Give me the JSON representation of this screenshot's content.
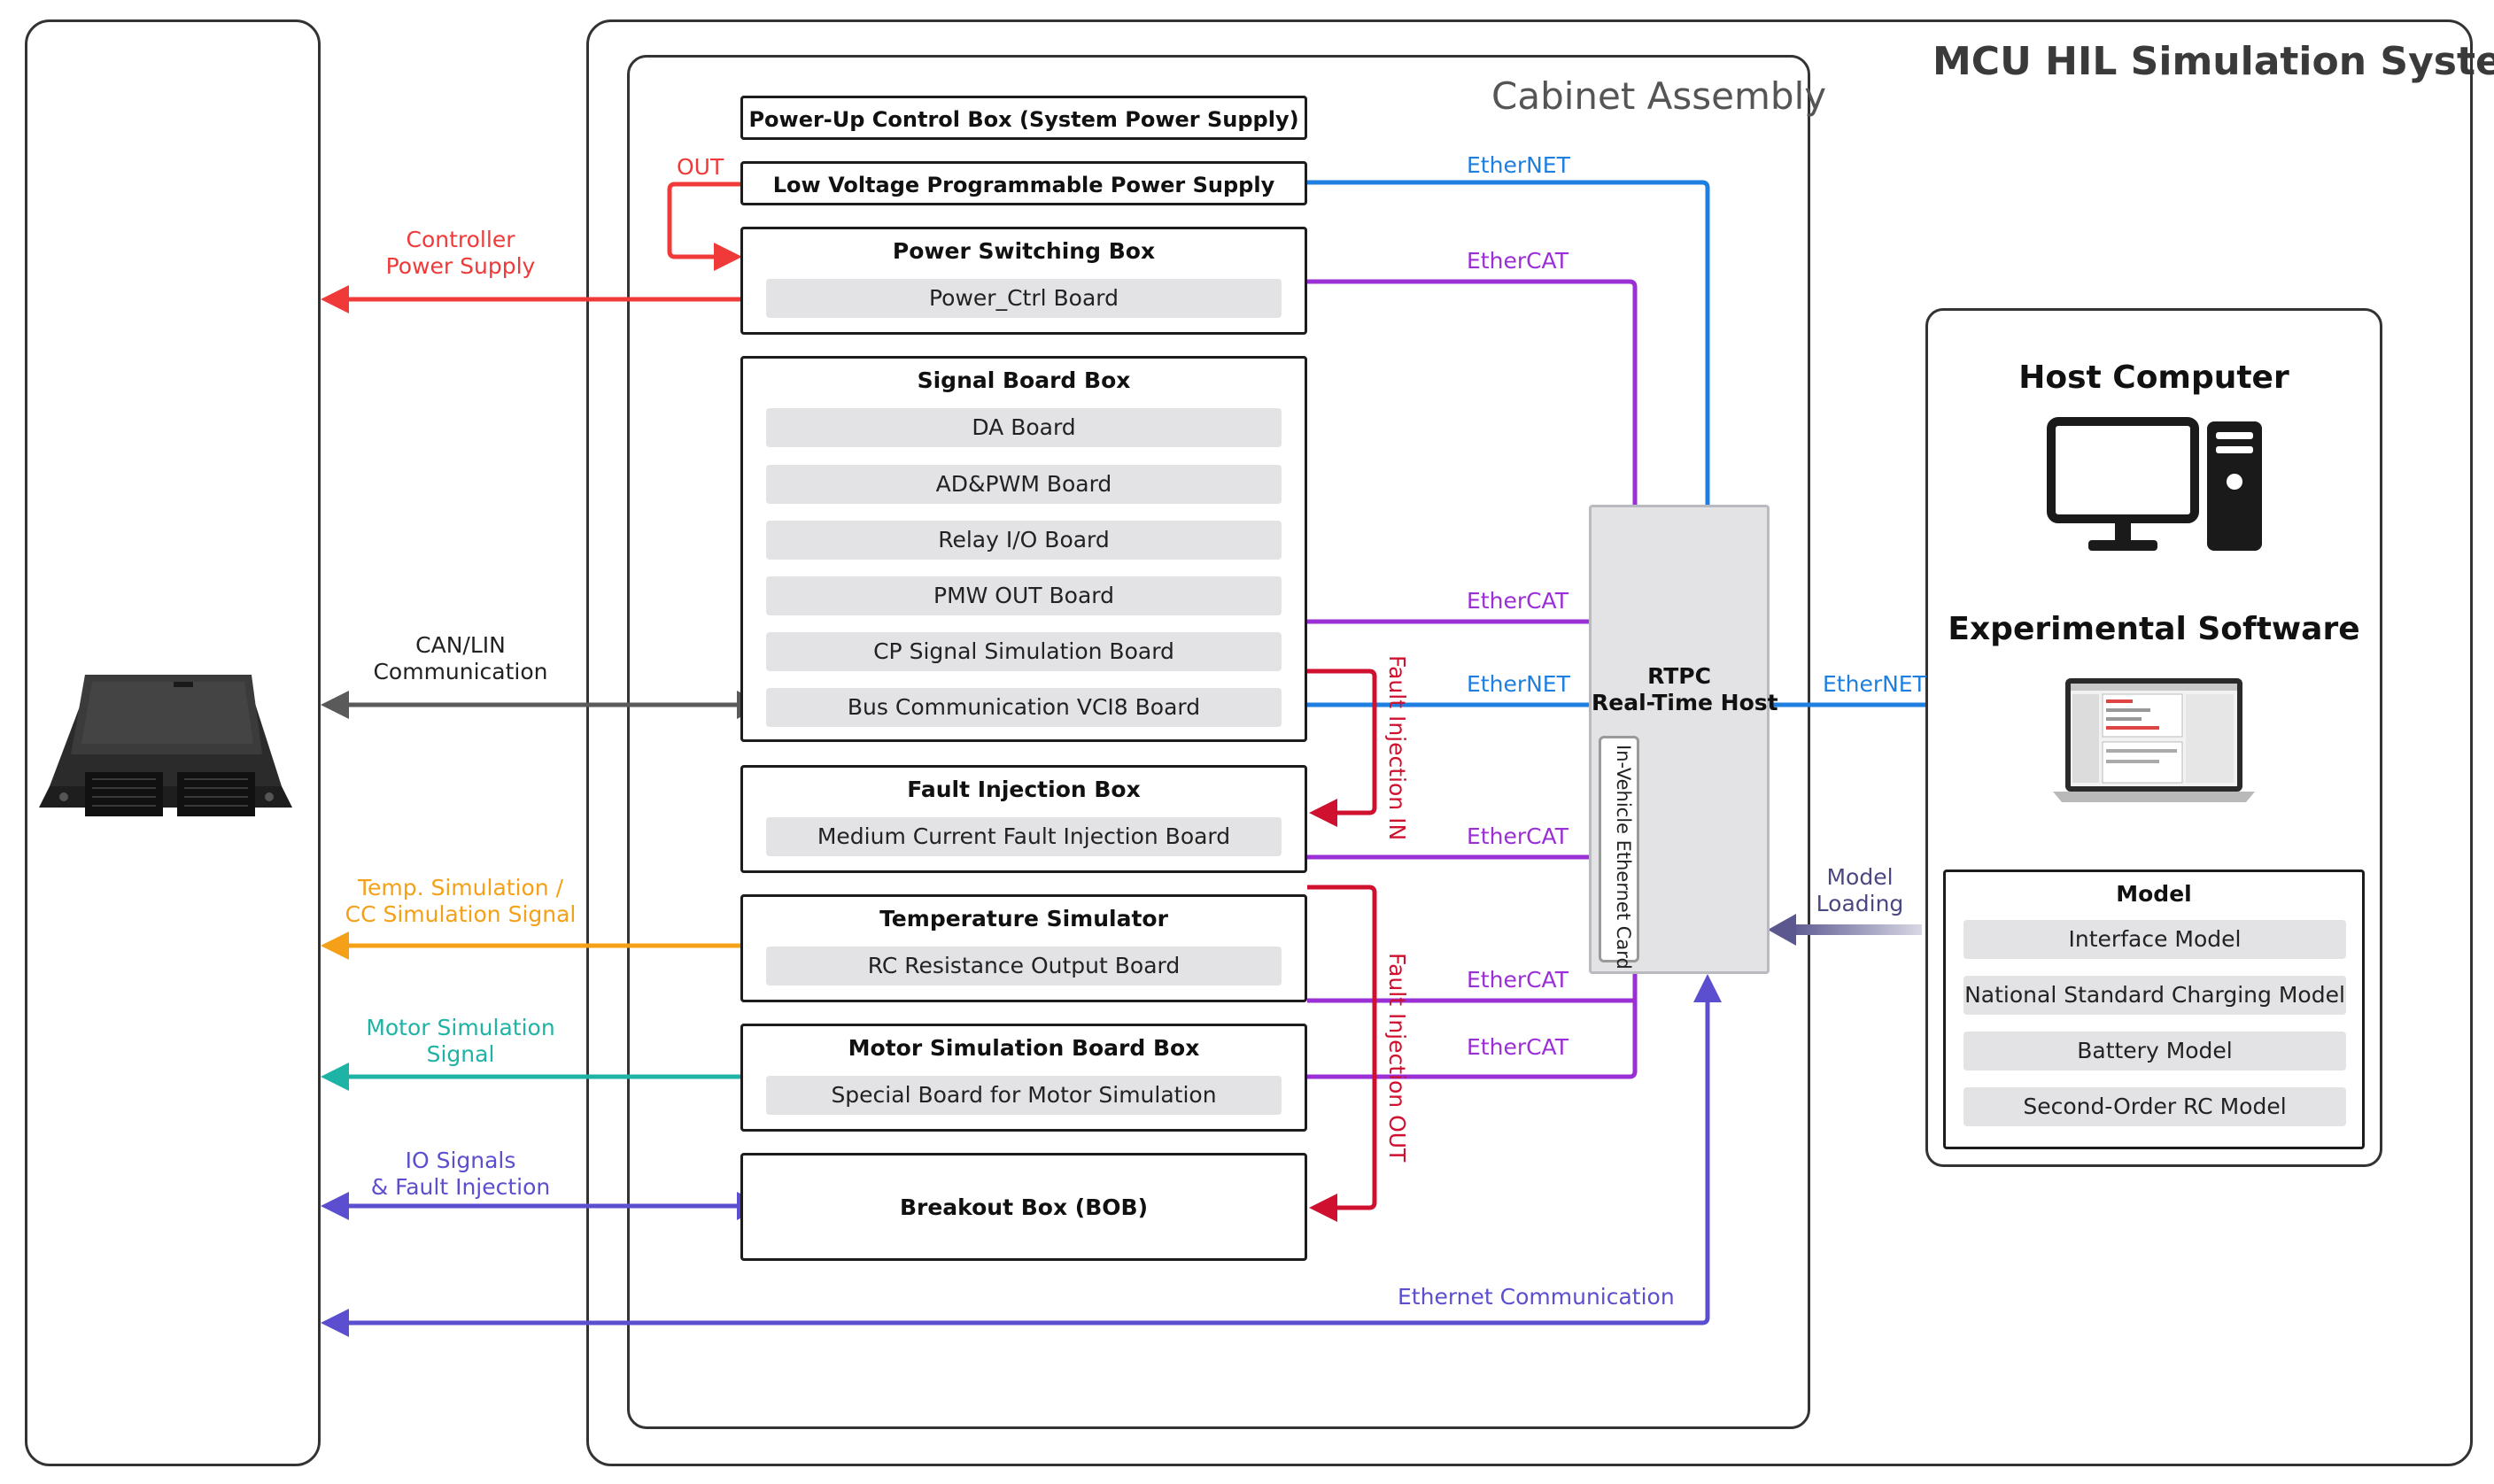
{
  "system_title": "MCU HIL Simulation System",
  "cabinet_title": "Cabinet Assembly",
  "boxes": {
    "power_up": "Power-Up Control Box (System Power Supply)",
    "low_voltage": "Low Voltage Programmable Power Supply",
    "power_switching": {
      "title": "Power Switching Box",
      "boards": [
        "Power_Ctrl Board"
      ]
    },
    "signal_board": {
      "title": "Signal Board Box",
      "boards": [
        "DA Board",
        "AD&PWM Board",
        "Relay I/O Board",
        "PMW OUT Board",
        "CP Signal Simulation Board",
        "Bus Communication VCI8 Board"
      ]
    },
    "fault_injection": {
      "title": "Fault Injection Box",
      "boards": [
        "Medium Current Fault Injection Board"
      ]
    },
    "temperature": {
      "title": "Temperature Simulator",
      "boards": [
        "RC Resistance Output Board"
      ]
    },
    "motor": {
      "title": "Motor Simulation Board Box",
      "boards": [
        "Special Board for Motor Simulation"
      ]
    },
    "breakout": "Breakout Box (BOB)"
  },
  "rtpc": {
    "line1": "RTPC",
    "line2": "Real-Time Host",
    "card": "In-Vehicle Ethernet Card"
  },
  "host": {
    "title": "Host Computer",
    "software": "Experimental Software",
    "model_title": "Model",
    "models": [
      "Interface Model",
      "National Standard Charging Model",
      "Battery Model",
      "Second-Order RC Model"
    ]
  },
  "labels": {
    "out": "OUT",
    "controller_power": [
      "Controller",
      "Power Supply"
    ],
    "can_lin": [
      "CAN/LIN",
      "Communication"
    ],
    "temp_sim": [
      "Temp. Simulation /",
      "CC Simulation Signal"
    ],
    "motor_sim": [
      "Motor Simulation",
      "Signal"
    ],
    "io_signals": [
      "IO Signals",
      "& Fault Injection"
    ],
    "ethernet_comm": "Ethernet Communication",
    "ethernet": "EtherNET",
    "ethercat": "EtherCAT",
    "model_loading": [
      "Model",
      "Loading"
    ],
    "fault_in": "Fault Injection IN",
    "fault_out": "Fault Injection OUT"
  },
  "colors": {
    "red": "#f03a3a",
    "blue": "#1f7fe0",
    "purple": "#9b2fd6",
    "gray_arrow": "#5a5a5a",
    "orange": "#f5a019",
    "teal": "#1fb3a5",
    "indigo": "#5b4fd0",
    "fault_red": "#d0102f",
    "model_loading": "#6e6a9a"
  }
}
